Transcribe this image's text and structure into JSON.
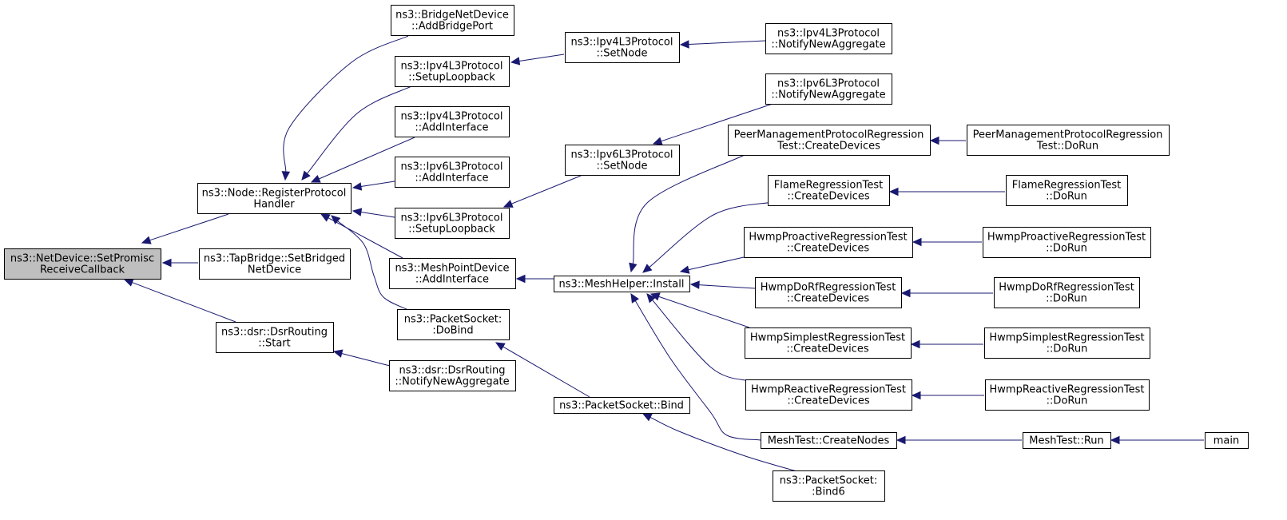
{
  "graph": {
    "colors": {
      "edge": "#191970",
      "root_fill": "#bfbfbf",
      "node_fill": "#ffffff",
      "node_border": "#000000"
    },
    "nodes": {
      "setpromisc": {
        "lines": [
          "ns3::NetDevice::SetPromisc",
          "ReceiveCallback"
        ],
        "root": true
      },
      "registerprotocolhandler": {
        "lines": [
          "ns3::Node::RegisterProtocol",
          "Handler"
        ]
      },
      "tapbridge-setbridged": {
        "lines": [
          "ns3::TapBridge::SetBridged",
          "NetDevice"
        ]
      },
      "dsrrouting-start": {
        "lines": [
          "ns3::dsr::DsrRouting",
          "::Start"
        ]
      },
      "bridge-addbridgeport": {
        "lines": [
          "ns3::BridgeNetDevice",
          "::AddBridgePort"
        ]
      },
      "ipv4-setuploopback": {
        "lines": [
          "ns3::Ipv4L3Protocol",
          "::SetupLoopback"
        ]
      },
      "ipv4-addinterface": {
        "lines": [
          "ns3::Ipv4L3Protocol",
          "::AddInterface"
        ]
      },
      "ipv6-addinterface": {
        "lines": [
          "ns3::Ipv6L3Protocol",
          "::AddInterface"
        ]
      },
      "ipv6-setuploopback": {
        "lines": [
          "ns3::Ipv6L3Protocol",
          "::SetupLoopback"
        ]
      },
      "meshpoint-addinterface": {
        "lines": [
          "ns3::MeshPointDevice",
          "::AddInterface"
        ]
      },
      "packetsocket-dobind": {
        "lines": [
          "ns3::PacketSocket:",
          ":DoBind"
        ]
      },
      "dsrrouting-notifynewaggregate": {
        "lines": [
          "ns3::dsr::DsrRouting",
          "::NotifyNewAggregate"
        ]
      },
      "ipv4-setnode": {
        "lines": [
          "ns3::Ipv4L3Protocol",
          "::SetNode"
        ]
      },
      "ipv6-setnode": {
        "lines": [
          "ns3::Ipv6L3Protocol",
          "::SetNode"
        ]
      },
      "meshhelper-install": {
        "lines": [
          "ns3::MeshHelper::Install"
        ]
      },
      "packetsocket-bind": {
        "lines": [
          "ns3::PacketSocket::Bind"
        ]
      },
      "ipv4-notifynewaggregate": {
        "lines": [
          "ns3::Ipv4L3Protocol",
          "::NotifyNewAggregate"
        ]
      },
      "ipv6-notifynewaggregate": {
        "lines": [
          "ns3::Ipv6L3Protocol",
          "::NotifyNewAggregate"
        ]
      },
      "peermgmt-createdevices": {
        "lines": [
          "PeerManagementProtocolRegression",
          "Test::CreateDevices"
        ]
      },
      "flame-createdevices": {
        "lines": [
          "FlameRegressionTest",
          "::CreateDevices"
        ]
      },
      "hwmpproactive-createdevices": {
        "lines": [
          "HwmpProactiveRegressionTest",
          "::CreateDevices"
        ]
      },
      "hwmpdorf-createdevices": {
        "lines": [
          "HwmpDoRfRegressionTest",
          "::CreateDevices"
        ]
      },
      "hwmpsimplest-createdevices": {
        "lines": [
          "HwmpSimplestRegressionTest",
          "::CreateDevices"
        ]
      },
      "hwmpreactive-createdevices": {
        "lines": [
          "HwmpReactiveRegressionTest",
          "::CreateDevices"
        ]
      },
      "meshtest-createnodes": {
        "lines": [
          "MeshTest::CreateNodes"
        ]
      },
      "packetsocket-bind6": {
        "lines": [
          "ns3::PacketSocket:",
          ":Bind6"
        ]
      },
      "peermgmt-dorun": {
        "lines": [
          "PeerManagementProtocolRegression",
          "Test::DoRun"
        ]
      },
      "flame-dorun": {
        "lines": [
          "FlameRegressionTest",
          "::DoRun"
        ]
      },
      "hwmpproactive-dorun": {
        "lines": [
          "HwmpProactiveRegressionTest",
          "::DoRun"
        ]
      },
      "hwmpdorf-dorun": {
        "lines": [
          "HwmpDoRfRegressionTest",
          "::DoRun"
        ]
      },
      "hwmpsimplest-dorun": {
        "lines": [
          "HwmpSimplestRegressionTest",
          "::DoRun"
        ]
      },
      "hwmpreactive-dorun": {
        "lines": [
          "HwmpReactiveRegressionTest",
          "::DoRun"
        ]
      },
      "meshtest-run": {
        "lines": [
          "MeshTest::Run"
        ]
      },
      "main": {
        "lines": [
          "main"
        ]
      }
    },
    "edges": [
      {
        "from": "registerprotocolhandler",
        "to": "setpromisc"
      },
      {
        "from": "tapbridge-setbridged",
        "to": "setpromisc"
      },
      {
        "from": "dsrrouting-start",
        "to": "setpromisc"
      },
      {
        "from": "bridge-addbridgeport",
        "to": "registerprotocolhandler"
      },
      {
        "from": "ipv4-setuploopback",
        "to": "registerprotocolhandler"
      },
      {
        "from": "ipv4-addinterface",
        "to": "registerprotocolhandler"
      },
      {
        "from": "ipv6-addinterface",
        "to": "registerprotocolhandler"
      },
      {
        "from": "ipv6-setuploopback",
        "to": "registerprotocolhandler"
      },
      {
        "from": "meshpoint-addinterface",
        "to": "registerprotocolhandler"
      },
      {
        "from": "packetsocket-dobind",
        "to": "registerprotocolhandler"
      },
      {
        "from": "dsrrouting-notifynewaggregate",
        "to": "dsrrouting-start"
      },
      {
        "from": "ipv4-setnode",
        "to": "ipv4-setuploopback"
      },
      {
        "from": "ipv6-setnode",
        "to": "ipv6-setuploopback"
      },
      {
        "from": "meshhelper-install",
        "to": "meshpoint-addinterface"
      },
      {
        "from": "packetsocket-bind",
        "to": "packetsocket-dobind"
      },
      {
        "from": "ipv4-notifynewaggregate",
        "to": "ipv4-setnode"
      },
      {
        "from": "ipv6-notifynewaggregate",
        "to": "ipv6-setnode"
      },
      {
        "from": "peermgmt-createdevices",
        "to": "meshhelper-install"
      },
      {
        "from": "flame-createdevices",
        "to": "meshhelper-install"
      },
      {
        "from": "hwmpproactive-createdevices",
        "to": "meshhelper-install"
      },
      {
        "from": "hwmpdorf-createdevices",
        "to": "meshhelper-install"
      },
      {
        "from": "hwmpsimplest-createdevices",
        "to": "meshhelper-install"
      },
      {
        "from": "hwmpreactive-createdevices",
        "to": "meshhelper-install"
      },
      {
        "from": "meshtest-createnodes",
        "to": "meshhelper-install"
      },
      {
        "from": "packetsocket-bind6",
        "to": "packetsocket-bind"
      },
      {
        "from": "peermgmt-dorun",
        "to": "peermgmt-createdevices"
      },
      {
        "from": "flame-dorun",
        "to": "flame-createdevices"
      },
      {
        "from": "hwmpproactive-dorun",
        "to": "hwmpproactive-createdevices"
      },
      {
        "from": "hwmpdorf-dorun",
        "to": "hwmpdorf-createdevices"
      },
      {
        "from": "hwmpsimplest-dorun",
        "to": "hwmpsimplest-createdevices"
      },
      {
        "from": "hwmpreactive-dorun",
        "to": "hwmpreactive-createdevices"
      },
      {
        "from": "meshtest-run",
        "to": "meshtest-createnodes"
      },
      {
        "from": "main",
        "to": "meshtest-run"
      }
    ]
  }
}
